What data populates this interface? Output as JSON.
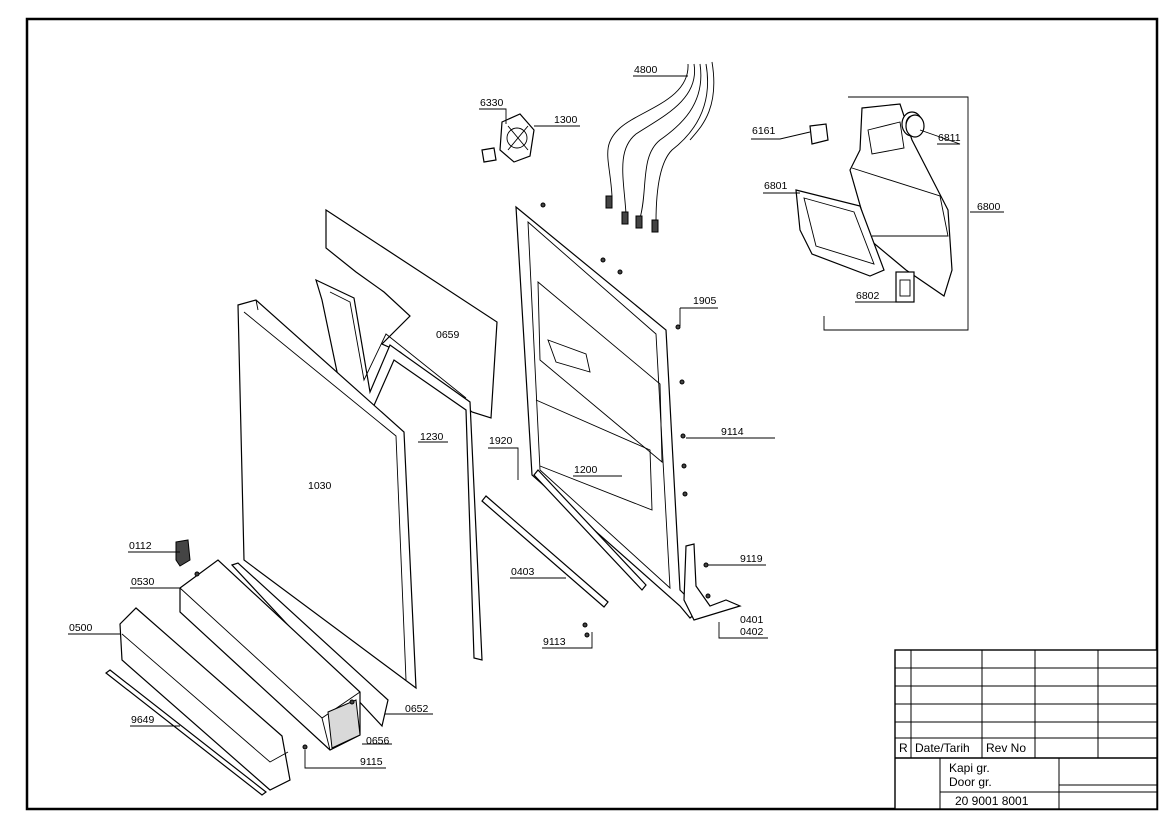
{
  "drawing": {
    "title": "Kapi gr.",
    "title_en": "Door gr.",
    "number": "20 9001 8001"
  },
  "revision_table": {
    "rev_col": "R",
    "date_col": "Date/Tarih",
    "revno_col": "Rev No"
  },
  "parts": [
    {
      "id": "4800"
    },
    {
      "id": "6330"
    },
    {
      "id": "1300"
    },
    {
      "id": "6161"
    },
    {
      "id": "6811"
    },
    {
      "id": "6801"
    },
    {
      "id": "6800"
    },
    {
      "id": "6802"
    },
    {
      "id": "1905"
    },
    {
      "id": "0659"
    },
    {
      "id": "1230"
    },
    {
      "id": "1030"
    },
    {
      "id": "1920"
    },
    {
      "id": "1200"
    },
    {
      "id": "9114"
    },
    {
      "id": "0112"
    },
    {
      "id": "0530"
    },
    {
      "id": "9119"
    },
    {
      "id": "0403"
    },
    {
      "id": "0401"
    },
    {
      "id": "0402"
    },
    {
      "id": "0500"
    },
    {
      "id": "9113"
    },
    {
      "id": "0652"
    },
    {
      "id": "9649"
    },
    {
      "id": "0656"
    },
    {
      "id": "9115"
    }
  ]
}
